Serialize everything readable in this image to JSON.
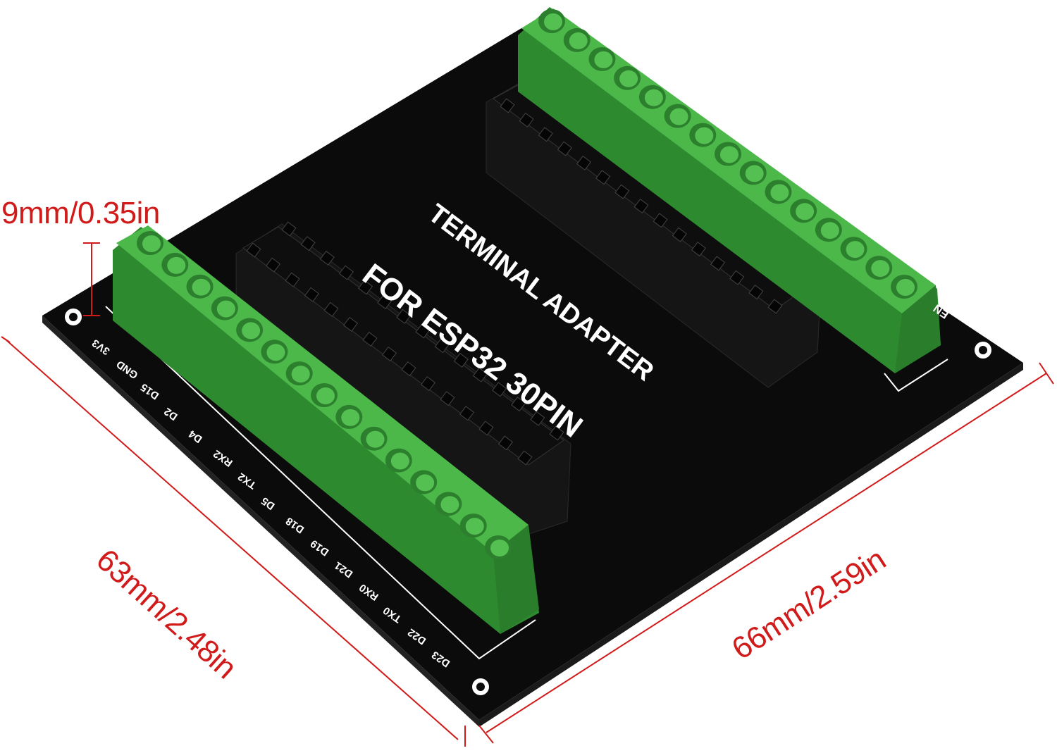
{
  "dimensions": {
    "height_label": "9mm/0.35in",
    "width_label": "63mm/2.48in",
    "length_label": "66mm/2.59in"
  },
  "board": {
    "title_line1": "TERMINAL   ADAPTER",
    "title_line2": "FOR ESP32 30PIN",
    "en_label": "EN",
    "pin_labels": [
      "3V3",
      "GND",
      "D15",
      "D2",
      "D4",
      "RX2",
      "TX2",
      "D5",
      "D18",
      "D19",
      "D21",
      "RX0",
      "TX0",
      "D22",
      "D23"
    ]
  },
  "colors": {
    "pcb": "#0b0b0b",
    "terminal_green": "#3fa83f",
    "terminal_dark": "#2e8a2f",
    "dimension_line": "#d11a1a"
  }
}
